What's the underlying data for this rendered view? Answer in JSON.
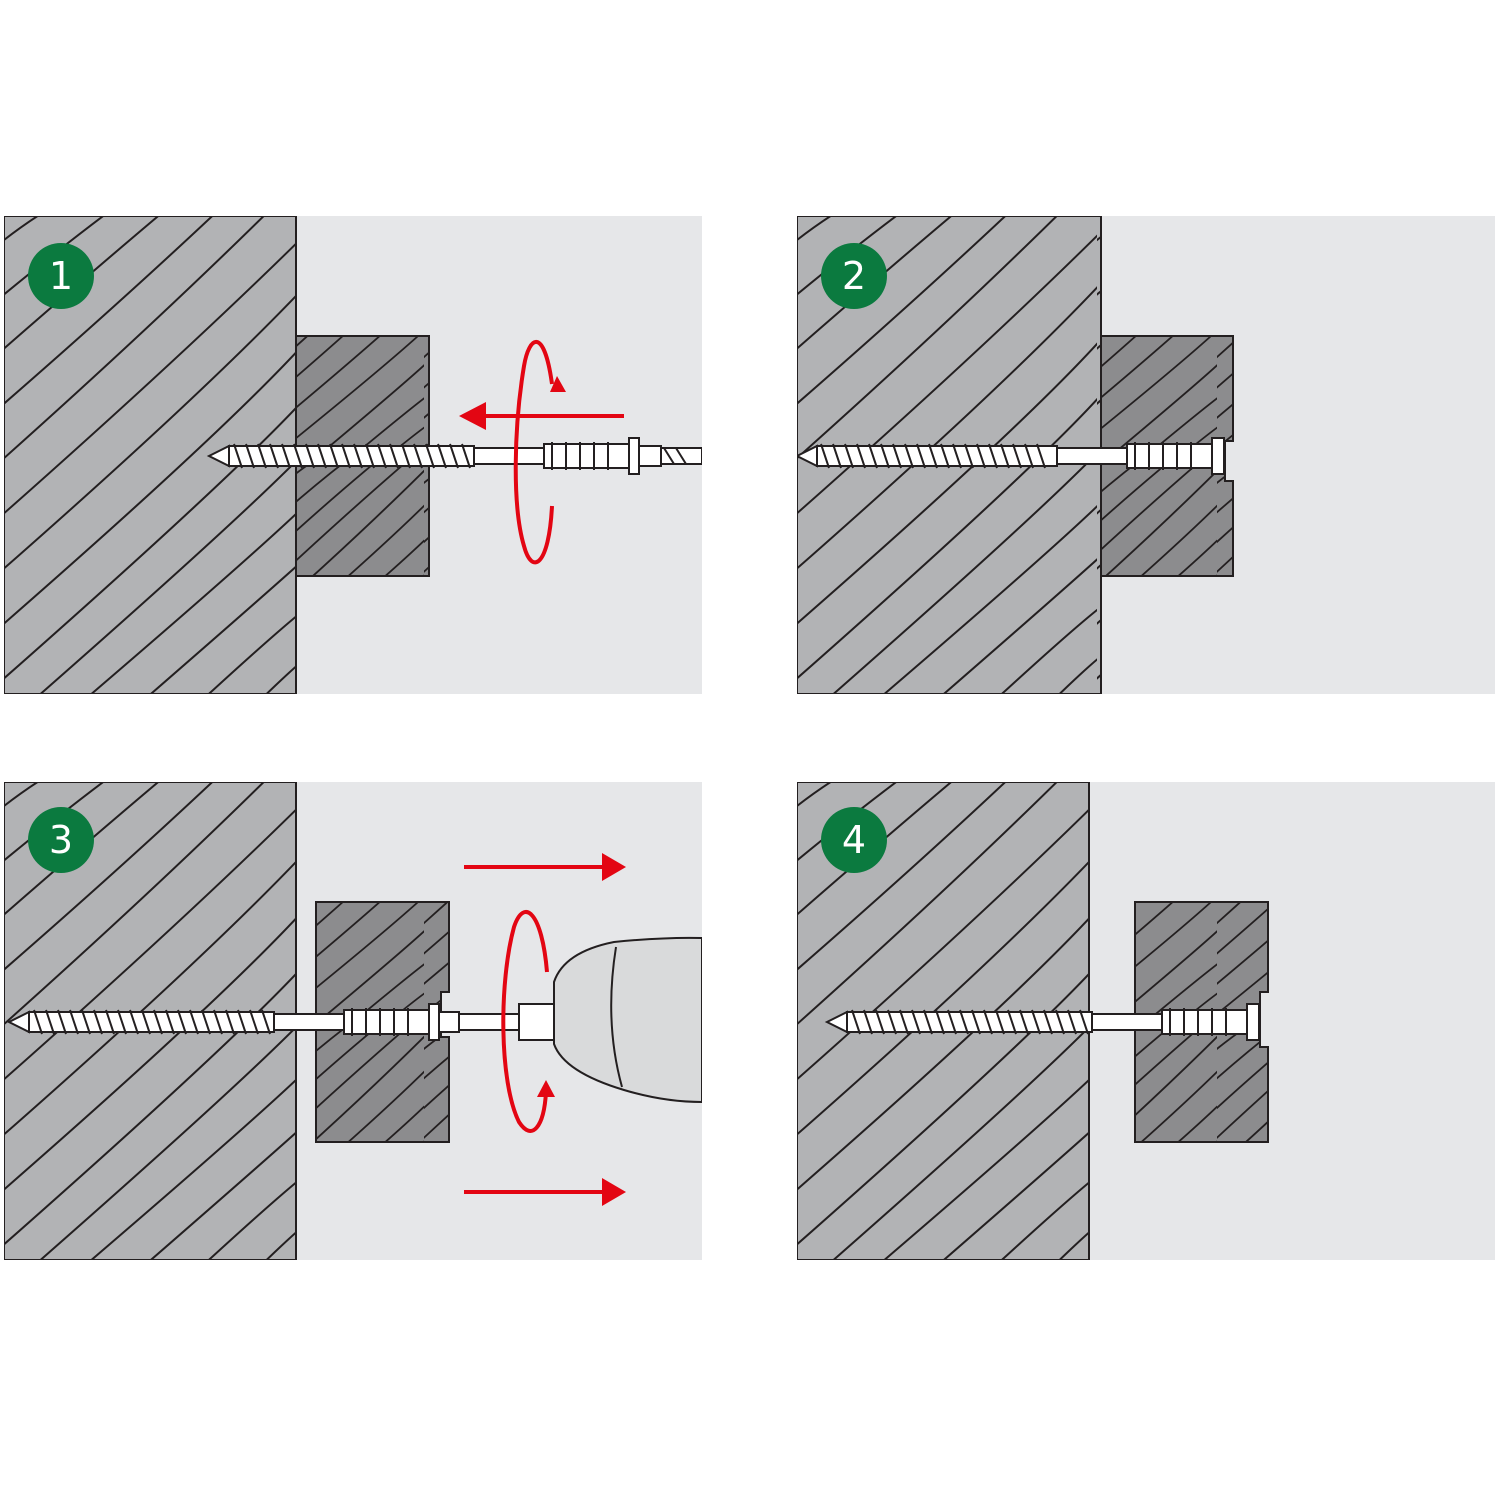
{
  "colors": {
    "background": "#ffffff",
    "panel_bg": "#e6e7e9",
    "wall_wood": "#b2b3b5",
    "batten_wood": "#8c8c8e",
    "outline": "#231f20",
    "screw": "#ffffff",
    "arrow_red": "#e30613",
    "badge_green": "#0b7a3f",
    "drill_body": "#d9dadb"
  },
  "steps": [
    {
      "number": "1",
      "action": "screw-driven-in",
      "arrows": [
        "rotation-icon",
        "arrow-left-icon"
      ]
    },
    {
      "number": "2",
      "action": "screw-seated"
    },
    {
      "number": "3",
      "action": "drill-turning-batten-away",
      "arrows": [
        "rotation-icon",
        "arrow-right-icon",
        "arrow-right-icon"
      ]
    },
    {
      "number": "4",
      "action": "gap-adjusted"
    }
  ]
}
